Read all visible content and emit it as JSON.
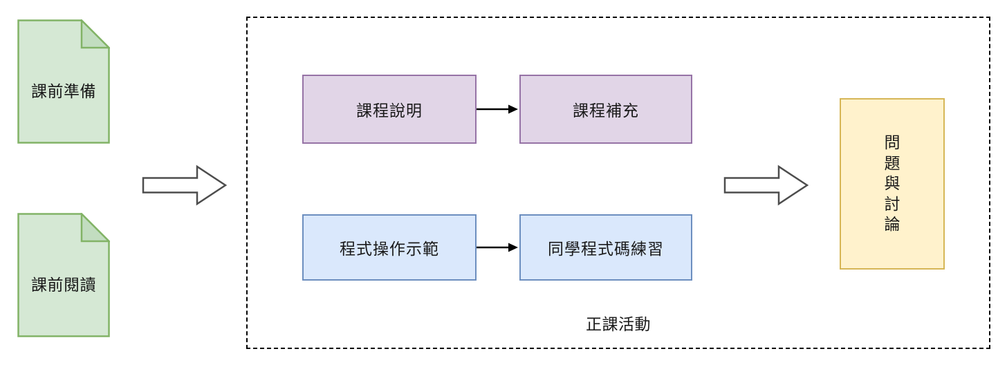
{
  "diagram": {
    "title_label": "正課活動",
    "documents": [
      {
        "name": "pre-class-preparation",
        "label": "課前準備"
      },
      {
        "name": "pre-class-reading",
        "label": "課前閱讀"
      }
    ],
    "group": {
      "label": "正課活動",
      "boxes": [
        {
          "name": "course-description",
          "label": "課程說明",
          "style": "purple"
        },
        {
          "name": "course-supplement",
          "label": "課程補充",
          "style": "purple"
        },
        {
          "name": "program-demo",
          "label": "程式操作示範",
          "style": "blue"
        },
        {
          "name": "student-code-practice",
          "label": "同學程式碼練習",
          "style": "blue"
        }
      ]
    },
    "outcome": {
      "name": "questions-and-discussion",
      "label": "問題與討論",
      "chars": [
        "問",
        "題",
        "與",
        "討",
        "論"
      ],
      "style": "yellow"
    },
    "block_arrows": [
      {
        "name": "block-arrow-left",
        "direction": "right"
      },
      {
        "name": "block-arrow-right",
        "direction": "right"
      }
    ],
    "connectors": [
      {
        "name": "connector-description-to-supplement",
        "from": "課程說明",
        "to": "課程補充"
      },
      {
        "name": "connector-demo-to-practice",
        "from": "程式操作示範",
        "to": "同學程式碼練習"
      }
    ]
  },
  "colors": {
    "document_fill": "#d5e8d4",
    "document_stroke": "#82b366",
    "document_fold": "#c2ddc0",
    "purple_fill": "#e1d5e7",
    "purple_stroke": "#9673a6",
    "blue_fill": "#dae8fc",
    "blue_stroke": "#6c8ebf",
    "yellow_fill": "#fff2cc",
    "yellow_stroke": "#d6b656",
    "line": "#000000",
    "background": "#ffffff"
  }
}
